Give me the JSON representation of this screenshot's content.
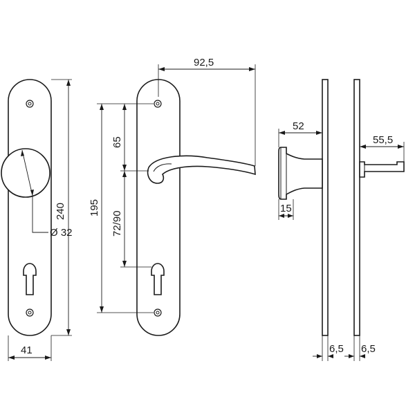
{
  "drawing": {
    "dimensions": {
      "plate_width": "41",
      "plate_height": "240",
      "knob_diameter": "Ø 32",
      "fixing_distance": "195",
      "handle_to_upper_hole": "65",
      "handle_to_keyhole": "72/90",
      "lever_projection": "92,5",
      "knob_projection": "52",
      "knob_rose_thickness": "15",
      "lever_side_projection": "55,5",
      "plate_thickness_left": "6,5",
      "plate_thickness_right": "6,5"
    },
    "views": [
      "front-view-knob-plate",
      "front-view-lever-plate",
      "side-view-knob-plate",
      "side-view-lever-plate"
    ]
  }
}
